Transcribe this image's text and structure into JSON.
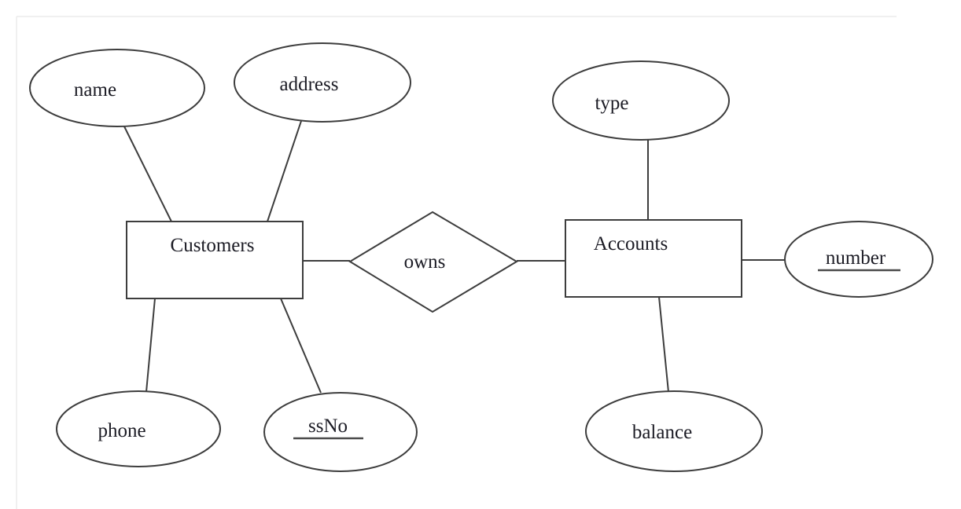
{
  "diagram": {
    "type": "entity-relationship-diagram",
    "entities": [
      {
        "id": "customers",
        "label": "Customers"
      },
      {
        "id": "accounts",
        "label": "Accounts"
      }
    ],
    "relationships": [
      {
        "id": "owns",
        "label": "owns",
        "between": [
          "Customers",
          "Accounts"
        ]
      }
    ],
    "attributes": [
      {
        "id": "name",
        "label": "name",
        "entity": "Customers",
        "is_key": false
      },
      {
        "id": "address",
        "label": "address",
        "entity": "Customers",
        "is_key": false
      },
      {
        "id": "phone",
        "label": "phone",
        "entity": "Customers",
        "is_key": false
      },
      {
        "id": "ssNo",
        "label": "ssNo",
        "entity": "Customers",
        "is_key": true
      },
      {
        "id": "type",
        "label": "type",
        "entity": "Accounts",
        "is_key": false
      },
      {
        "id": "number",
        "label": "number",
        "entity": "Accounts",
        "is_key": true
      },
      {
        "id": "balance",
        "label": "balance",
        "entity": "Accounts",
        "is_key": false
      }
    ],
    "colors": {
      "stroke": "#3d3d3d",
      "text": "#1b1b24",
      "background": "#ffffff",
      "frame": "#ececec"
    }
  }
}
